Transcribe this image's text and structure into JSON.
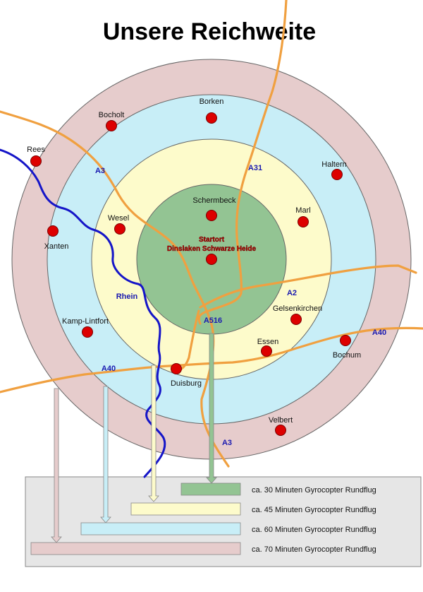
{
  "title": "Unsere Reichweite",
  "colors": {
    "ring_70": "#e6cccc",
    "ring_60": "#c8eef7",
    "ring_45": "#fdfbcb",
    "ring_30": "#93c493",
    "road": "#f0a040",
    "river": "#1515c8",
    "city": "#dd0000",
    "legend_bg": "#e6e6e6"
  },
  "start": {
    "line1": "Startort",
    "line2": "Dinslaken Schwarze Heide"
  },
  "cities": [
    {
      "id": "borken",
      "name": "Borken"
    },
    {
      "id": "bocholt",
      "name": "Bocholt"
    },
    {
      "id": "rees",
      "name": "Rees"
    },
    {
      "id": "haltern",
      "name": "Haltern"
    },
    {
      "id": "schermbeck",
      "name": "Schermbeck"
    },
    {
      "id": "marl",
      "name": "Marl"
    },
    {
      "id": "wesel",
      "name": "Wesel"
    },
    {
      "id": "xanten",
      "name": "Xanten"
    },
    {
      "id": "gelsenkirchen",
      "name": "Gelsenkirchen"
    },
    {
      "id": "kamp-lintfort",
      "name": "Kamp-Lintfort"
    },
    {
      "id": "essen",
      "name": "Essen"
    },
    {
      "id": "bochum",
      "name": "Bochum"
    },
    {
      "id": "duisburg",
      "name": "Duisburg"
    },
    {
      "id": "velbert",
      "name": "Velbert"
    }
  ],
  "roads": {
    "a3_north": "A3",
    "a31": "A31",
    "a2": "A2",
    "a516": "A516",
    "a40_east": "A40",
    "a40_west": "A40",
    "a3_south": "A3"
  },
  "river": "Rhein",
  "legend": [
    {
      "id": "30",
      "label": "ca. 30 Minuten Gyrocopter Rundflug"
    },
    {
      "id": "45",
      "label": "ca. 45 Minuten Gyrocopter Rundflug"
    },
    {
      "id": "60",
      "label": "ca. 60 Minuten Gyrocopter Rundflug"
    },
    {
      "id": "70",
      "label": "ca. 70 Minuten Gyrocopter Rundflug"
    }
  ]
}
